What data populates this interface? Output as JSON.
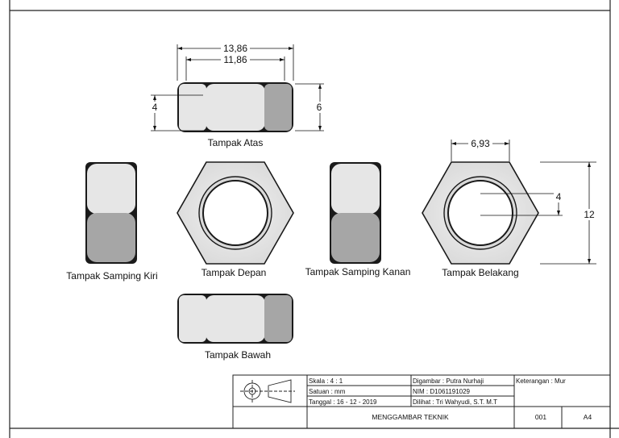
{
  "views": {
    "top": "Tampak Atas",
    "left": "Tampak Samping Kiri",
    "front": "Tampak Depan",
    "right": "Tampak Samping Kanan",
    "back": "Tampak Belakang",
    "bottom": "Tampak Bawah"
  },
  "dimensions": {
    "top_overall": "13,86",
    "top_inner": "11,86",
    "top_left_height": "4",
    "top_right_height": "6",
    "back_width": "6,93",
    "back_small": "4",
    "back_height": "12"
  },
  "title_block": {
    "skala": "Skala      : 4 : 1",
    "satuan": "Satuan   : mm",
    "tanggal": "Tanggal : 16 - 12 - 2019",
    "digambar": "Digambar : Putra Nurhaji",
    "nim": "NIM       : D1061191029",
    "dilihat": "Dilihat   : Tri Wahyudi, S.T. M.T",
    "keterangan": "Keterangan : Mur",
    "title": "MENGGAMBAR TEKNIK",
    "number": "001",
    "paper": "A4"
  },
  "colors": {
    "light_face": "#e6e6e6",
    "dark_face": "#a6a6a6",
    "outline": "#1a1a1a"
  }
}
